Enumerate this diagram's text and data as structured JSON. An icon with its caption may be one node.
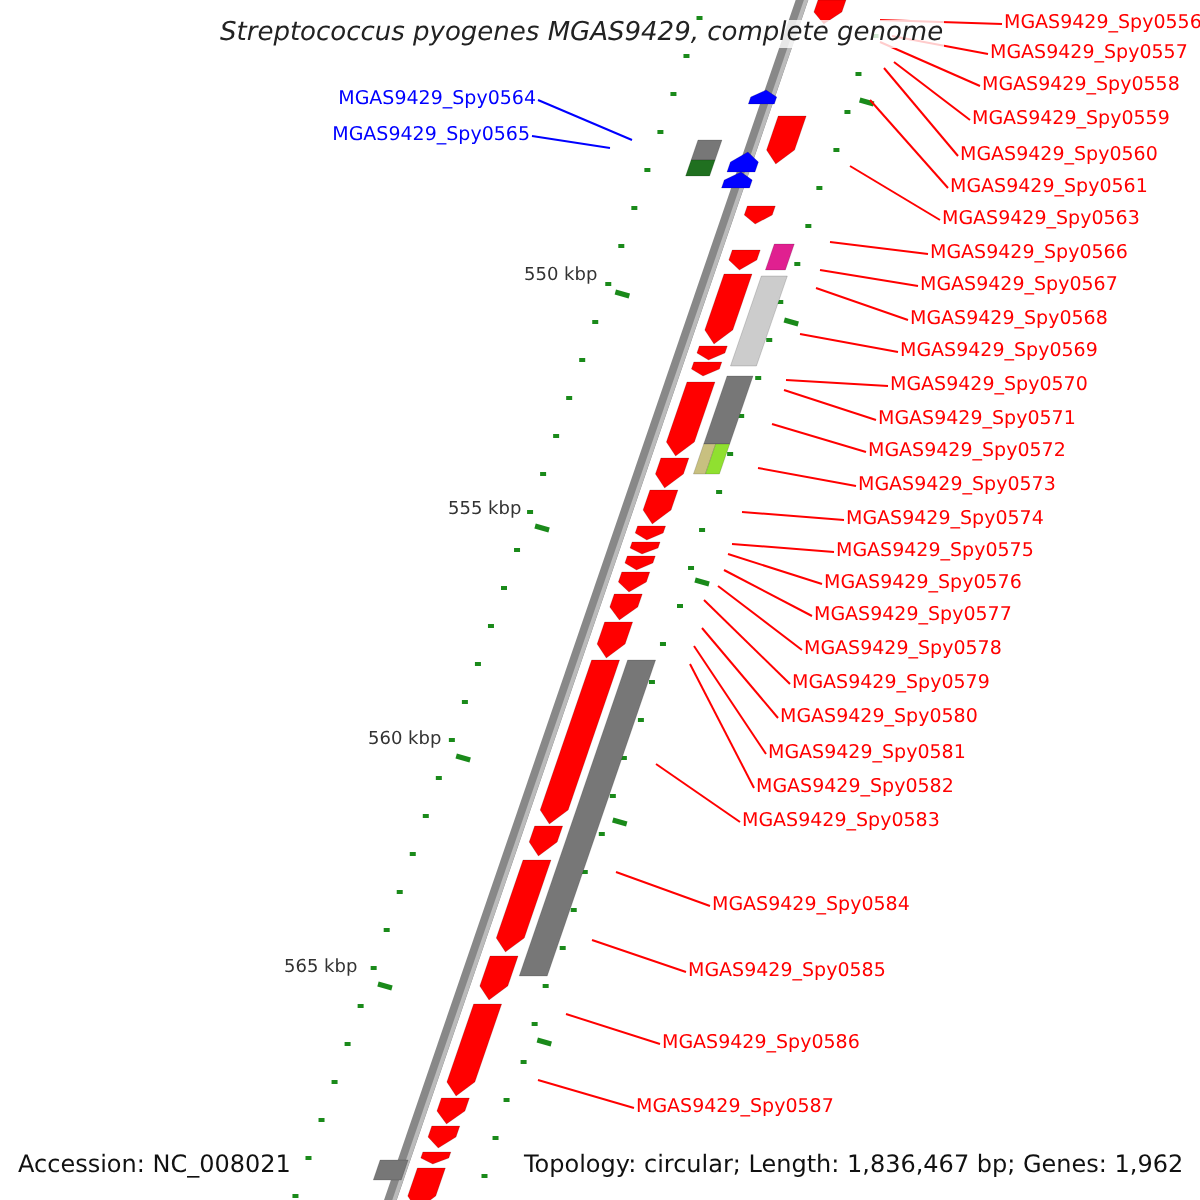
{
  "diagram": {
    "title": "Streptococcus pyogenes MGAS9429, complete genome",
    "nodes": [
      {
        "text": [
          "MGAS9429_Spy0556"
        ]
      },
      {
        "text": [
          "MGAS9429_Spy0557"
        ]
      },
      {
        "text": [
          "MGAS9429_Spy0558"
        ]
      },
      {
        "text": [
          "MGAS9429_Spy0559"
        ]
      },
      {
        "text": [
          "MGAS9429_Spy0560"
        ]
      },
      {
        "text": [
          "MGAS9429_Spy0561"
        ]
      },
      {
        "text": [
          "MGAS9429_Spy0563"
        ]
      },
      {
        "text": [
          "MGAS9429_Spy0566"
        ]
      },
      {
        "text": [
          "MGAS9429_Spy0567"
        ]
      },
      {
        "text": [
          "MGAS9429_Spy0568"
        ]
      },
      {
        "text": [
          "MGAS9429_Spy0569"
        ]
      },
      {
        "text": [
          "MGAS9429_Spy0570"
        ]
      },
      {
        "text": [
          "MGAS9429_Spy0571"
        ]
      },
      {
        "text": [
          "MGAS9429_Spy0572"
        ]
      },
      {
        "text": [
          "MGAS9429_Spy0573"
        ]
      },
      {
        "text": [
          "MGAS9429_Spy0574"
        ]
      },
      {
        "text": [
          "MGAS9429_Spy0575"
        ]
      },
      {
        "text": [
          "MGAS9429_Spy0576"
        ]
      },
      {
        "text": [
          "MGAS9429_Spy0577"
        ]
      },
      {
        "text": [
          "MGAS9429_Spy0578"
        ]
      },
      {
        "text": [
          "MGAS9429_Spy0579"
        ]
      },
      {
        "text": [
          "MGAS9429_Spy0580"
        ]
      },
      {
        "text": [
          "MGAS9429_Spy0581"
        ]
      },
      {
        "text": [
          "MGAS9429_Spy0582"
        ]
      },
      {
        "text": [
          "MGAS9429_Spy0583"
        ]
      },
      {
        "text": [
          "MGAS9429_Spy0584"
        ]
      },
      {
        "text": [
          "MGAS9429_Spy0585"
        ]
      },
      {
        "text": [
          "MGAS9429_Spy0586"
        ]
      },
      {
        "text": [
          "MGAS9429_Spy0587"
        ]
      },
      {
        "text": [
          "MGAS9429_Spy0564"
        ]
      },
      {
        "text": [
          "MGAS9429_Spy0565"
        ]
      }
    ],
    "edges": [
      {
        "from": 0,
        "to": null,
        "arrow": "none"
      },
      {
        "from": 1,
        "to": null,
        "arrow": "none"
      },
      {
        "from": 2,
        "to": null,
        "arrow": "none"
      },
      {
        "from": 3,
        "to": null,
        "arrow": "none"
      },
      {
        "from": 4,
        "to": null,
        "arrow": "none"
      },
      {
        "from": 5,
        "to": null,
        "arrow": "none"
      },
      {
        "from": 6,
        "to": null,
        "arrow": "none"
      },
      {
        "from": 7,
        "to": null,
        "arrow": "none"
      },
      {
        "from": 8,
        "to": null,
        "arrow": "none"
      },
      {
        "from": 9,
        "to": null,
        "arrow": "none"
      },
      {
        "from": 10,
        "to": null,
        "arrow": "none"
      },
      {
        "from": 11,
        "to": null,
        "arrow": "none"
      },
      {
        "from": 12,
        "to": null,
        "arrow": "none"
      },
      {
        "from": 13,
        "to": null,
        "arrow": "none"
      },
      {
        "from": 14,
        "to": null,
        "arrow": "none"
      },
      {
        "from": 15,
        "to": null,
        "arrow": "none"
      },
      {
        "from": 16,
        "to": null,
        "arrow": "none"
      },
      {
        "from": 17,
        "to": null,
        "arrow": "none"
      },
      {
        "from": 18,
        "to": null,
        "arrow": "none"
      },
      {
        "from": 19,
        "to": null,
        "arrow": "none"
      },
      {
        "from": 20,
        "to": null,
        "arrow": "none"
      },
      {
        "from": 21,
        "to": null,
        "arrow": "none"
      },
      {
        "from": 22,
        "to": null,
        "arrow": "none"
      },
      {
        "from": 23,
        "to": null,
        "arrow": "none"
      },
      {
        "from": 24,
        "to": null,
        "arrow": "none"
      },
      {
        "from": 25,
        "to": null,
        "arrow": "none"
      },
      {
        "from": 26,
        "to": null,
        "arrow": "none"
      },
      {
        "from": 27,
        "to": null,
        "arrow": "none"
      },
      {
        "from": 28,
        "to": null,
        "arrow": "none"
      },
      {
        "from": 29,
        "to": null,
        "arrow": "none",
        "color": "#0000ff"
      },
      {
        "from": 30,
        "to": null,
        "arrow": "none",
        "color": "#0000ff"
      }
    ],
    "labels": [
      "550 kbp",
      "555 kbp",
      "560 kbp",
      "565 kbp",
      "Accession: NC_008021",
      "Topology: circular; Length: 1,836,467 bp; Genes: 1,962"
    ]
  }
}
